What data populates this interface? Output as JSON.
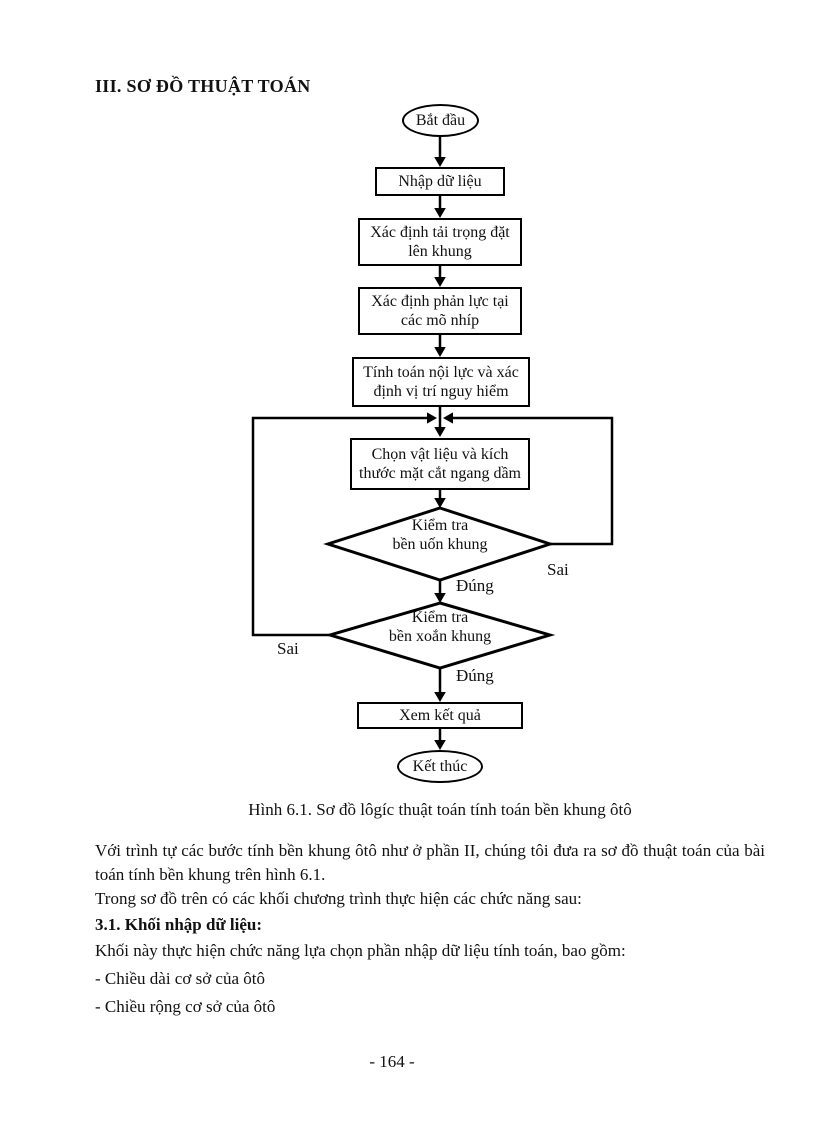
{
  "page": {
    "section_heading": "III. SƠ ĐỒ THUẬT TOÁN",
    "caption": "Hình 6.1. Sơ đồ lôgíc thuật toán tính toán bền khung ôtô",
    "page_number": "- 164 -"
  },
  "flowchart": {
    "nodes": {
      "start": "Bắt đầu",
      "input": "Nhập dữ liệu",
      "load": "Xác định tải trọng đặt\nlên khung",
      "reaction": "Xác định phản lực tại\ncác mõ nhíp",
      "internal_force": "Tính toán nội lực và xác\nđịnh vị trí nguy hiểm",
      "material": "Chọn vật liệu và kích\nthước mặt cắt ngang dầm",
      "check_bending": "Kiểm tra\nbền uốn khung",
      "check_torsion": "Kiểm tra\nbền xoắn khung",
      "view_result": "Xem kết quả",
      "end": "Kết thúc"
    },
    "branch_labels": {
      "bending_false": "Sai",
      "bending_true": "Đúng",
      "torsion_false": "Sai",
      "torsion_true": "Đúng"
    }
  },
  "body_text": {
    "para1": "Với trình tự các bước tính bền khung ôtô như ở phần II, chúng tôi đưa ra sơ đồ thuật toán của bài toán tính bền khung trên hình 6.1.",
    "para2": "Trong sơ đồ trên có các khối chương trình thực hiện các chức năng sau:",
    "heading_3_1": "3.1. Khối nhập dữ liệu:",
    "para3": "Khối này thực hiện chức năng lựa chọn phần nhập dữ liệu tính toán, bao gồm:",
    "bullet1": "- Chiều dài cơ sở của ôtô",
    "bullet2": "- Chiều rộng cơ sở của ôtô"
  }
}
